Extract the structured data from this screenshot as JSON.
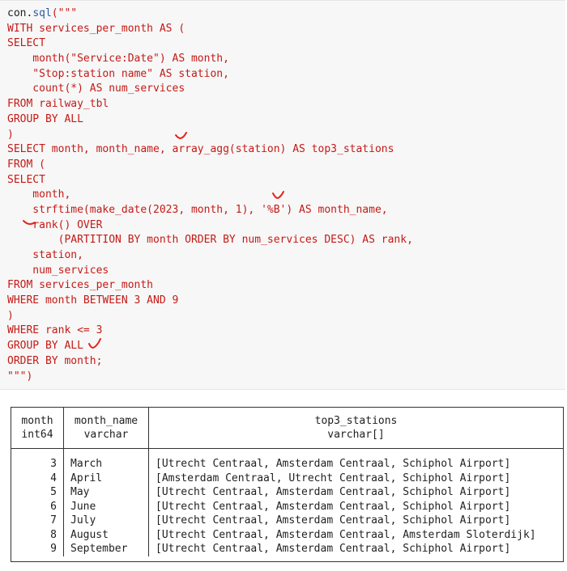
{
  "code": {
    "prefix_obj": "con",
    "prefix_dot": ".",
    "prefix_fn": "sql",
    "prefix_open": "(\"\"\"",
    "lines": [
      "WITH services_per_month AS (",
      "SELECT",
      "    month(\"Service:Date\") AS month,",
      "    \"Stop:station name\" AS station,",
      "    count(*) AS num_services",
      "FROM railway_tbl",
      "GROUP BY ALL",
      ")",
      "SELECT month, month_name, array_agg(station) AS top3_stations",
      "FROM (",
      "SELECT",
      "    month,",
      "    strftime(make_date(2023, month, 1), '%B') AS month_name,",
      "    rank() OVER",
      "        (PARTITION BY month ORDER BY num_services DESC) AS rank,",
      "    station,",
      "    num_services",
      "FROM services_per_month",
      "WHERE month BETWEEN 3 AND 9",
      ")",
      "WHERE rank <= 3",
      "GROUP BY ALL",
      "ORDER BY month;",
      "\"\"\")"
    ],
    "mark_color": "#e8211c"
  },
  "result": {
    "columns": [
      {
        "name": "month",
        "type": "int64"
      },
      {
        "name": "month_name",
        "type": "varchar"
      },
      {
        "name": "top3_stations",
        "type": "varchar[]"
      }
    ],
    "rows": [
      {
        "month": "3",
        "month_name": "March",
        "top3_stations": "[Utrecht Centraal, Amsterdam Centraal, Schiphol Airport]"
      },
      {
        "month": "4",
        "month_name": "April",
        "top3_stations": "[Amsterdam Centraal, Utrecht Centraal, Schiphol Airport]"
      },
      {
        "month": "5",
        "month_name": "May",
        "top3_stations": "[Utrecht Centraal, Amsterdam Centraal, Schiphol Airport]"
      },
      {
        "month": "6",
        "month_name": "June",
        "top3_stations": "[Utrecht Centraal, Amsterdam Centraal, Schiphol Airport]"
      },
      {
        "month": "7",
        "month_name": "July",
        "top3_stations": "[Utrecht Centraal, Amsterdam Centraal, Schiphol Airport]"
      },
      {
        "month": "8",
        "month_name": "August",
        "top3_stations": "[Utrecht Centraal, Amsterdam Centraal, Amsterdam Sloterdijk]"
      },
      {
        "month": "9",
        "month_name": "September",
        "top3_stations": "[Utrecht Centraal, Amsterdam Centraal, Schiphol Airport]"
      }
    ]
  }
}
